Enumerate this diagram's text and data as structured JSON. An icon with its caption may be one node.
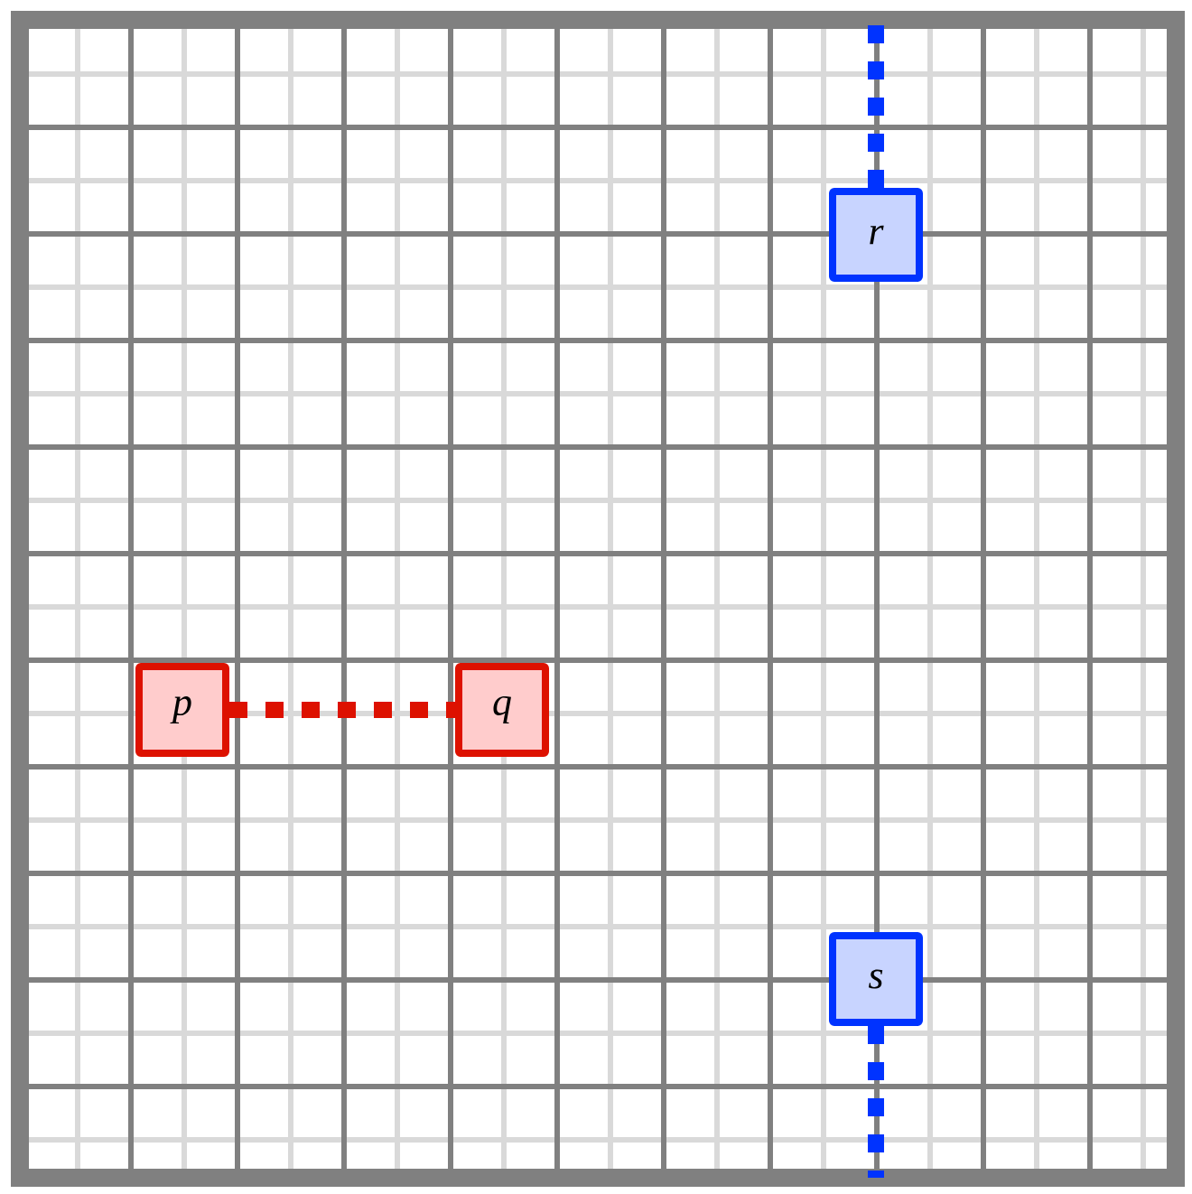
{
  "diagram": {
    "nodes": [
      {
        "text": [
          "r"
        ]
      },
      {
        "text": [
          "p"
        ]
      },
      {
        "text": [
          "q"
        ]
      },
      {
        "text": [
          "s"
        ]
      }
    ],
    "edges": [
      {
        "from": 0,
        "to": null,
        "arrow": "none",
        "style": "dashed",
        "color": "#0033ff"
      },
      {
        "from": 1,
        "to": 2,
        "arrow": "none",
        "style": "dashed",
        "color": "#dd1100"
      },
      {
        "from": 3,
        "to": null,
        "arrow": "none",
        "style": "dashed",
        "color": "#0033ff"
      }
    ]
  }
}
